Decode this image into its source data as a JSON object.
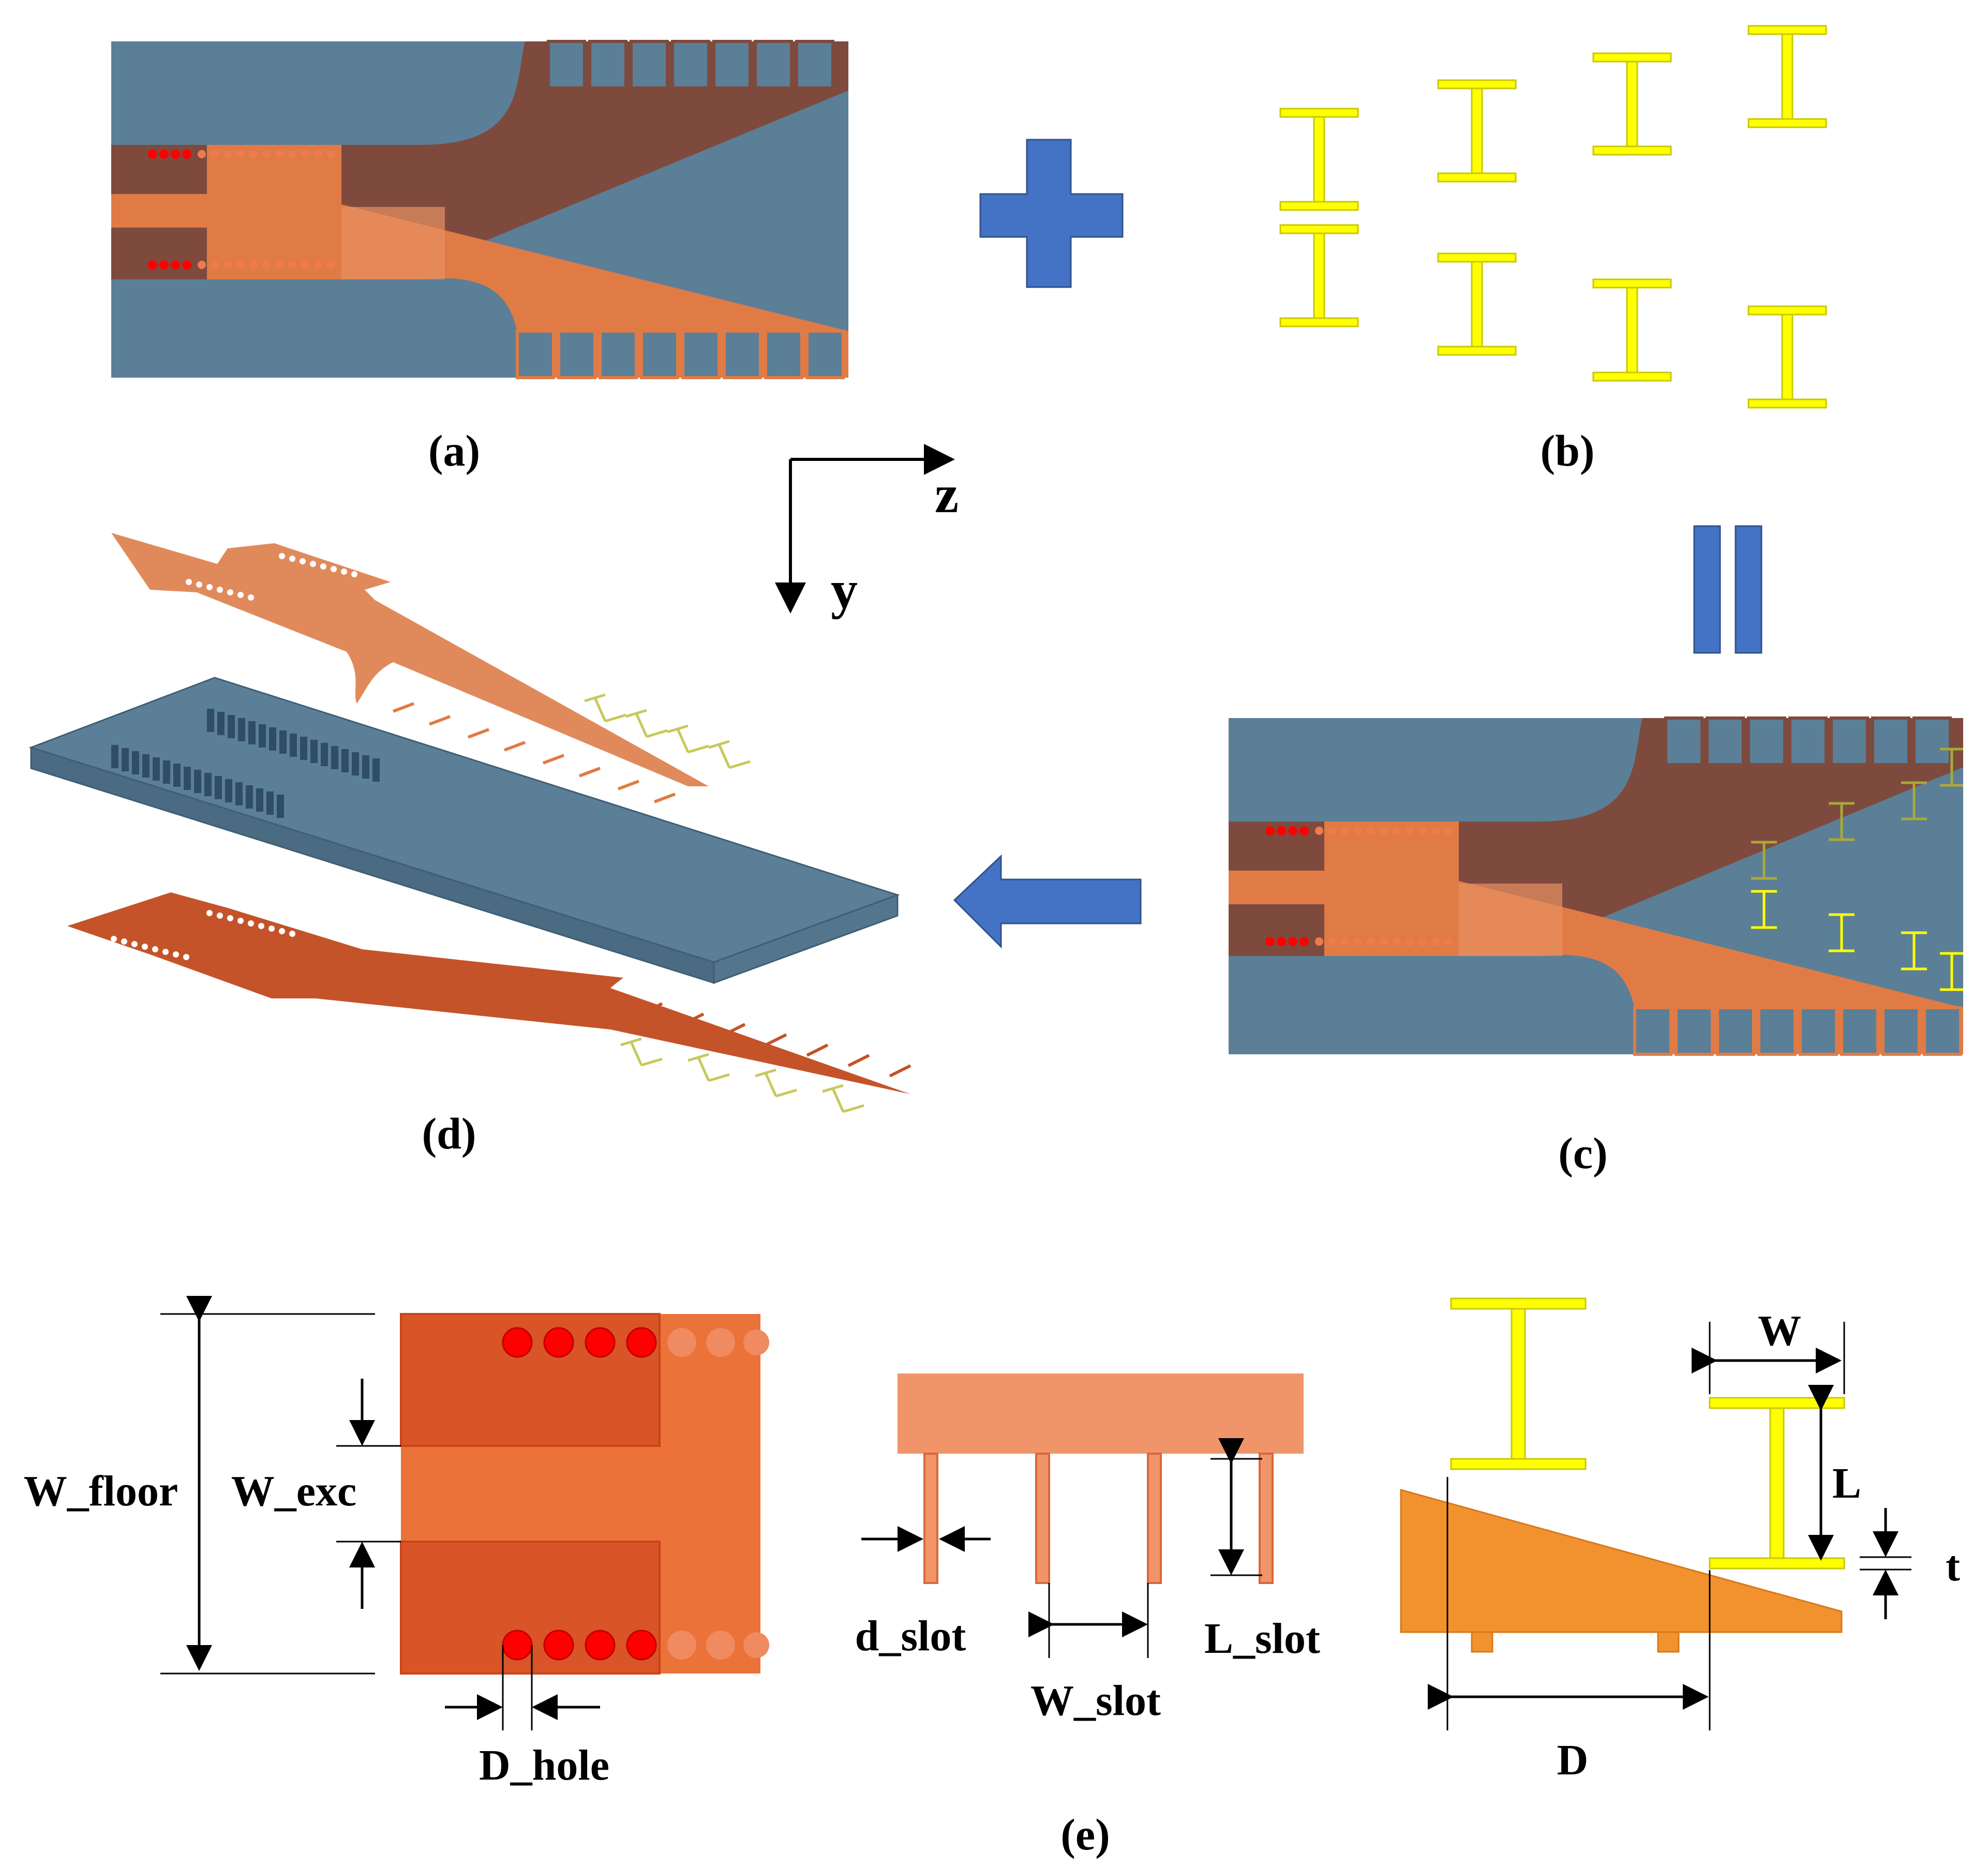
{
  "captions": {
    "a": "(a)",
    "b": "(b)",
    "c": "(c)",
    "d": "(d)",
    "e": "(e)"
  },
  "axes": {
    "z": "z",
    "y": "y"
  },
  "dimensions": {
    "w_floor": "W_floor",
    "w_exc": "W_exc",
    "d_hole": "D_hole",
    "d_slot": "d_slot",
    "w_slot": "W_slot",
    "l_slot": "L_slot",
    "w": "W",
    "l": "L",
    "t": "t",
    "d": "D"
  },
  "colors": {
    "substrate": "#5B7F97",
    "dark_copper": "#7E4A3E",
    "copper": "#E07B45",
    "copper_light": "#F0A274",
    "bottom_copper": "#C4532A",
    "metamaterial": "#FFFF00",
    "metamaterial_dim": "#A9A83A",
    "via": "#FF0000",
    "operator": "#4472C4"
  },
  "icons": {
    "plus": "plus-icon",
    "equals": "equals-icon",
    "arrow": "left-arrow-icon"
  }
}
